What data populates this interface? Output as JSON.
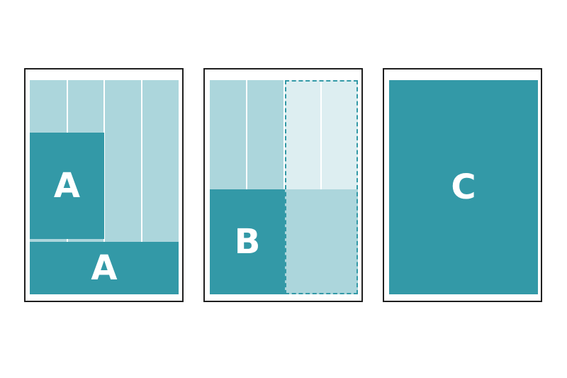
{
  "layouts": [
    {
      "id": "a",
      "labels": [
        "A",
        "A"
      ]
    },
    {
      "id": "b",
      "labels": [
        "B"
      ]
    },
    {
      "id": "c",
      "labels": [
        "C"
      ]
    }
  ],
  "colors": {
    "frame": "#1f1f1f",
    "column": "#acd6dc",
    "column_faint": "#ddeef1",
    "block": "#3399a7",
    "label": "#ffffff"
  }
}
